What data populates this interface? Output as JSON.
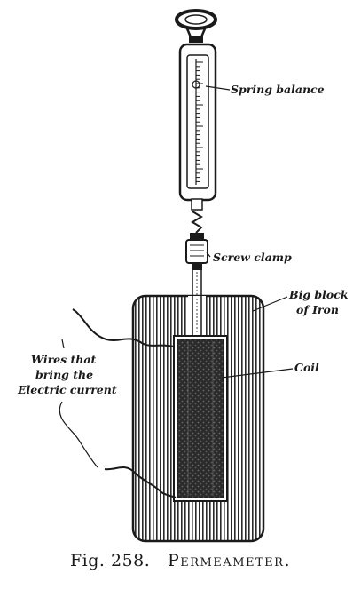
{
  "labels": {
    "spring_balance": "Spring balance",
    "screw_clamp": "Screw clamp",
    "iron_line1": "Big block",
    "iron_line2": "of Iron",
    "coil": "Coil",
    "wires_line1": "Wires that",
    "wires_line2": "bring the",
    "wires_line3": "Electric current"
  },
  "caption": {
    "fig": "Fig. 258.",
    "title": "Permeameter."
  },
  "colors": {
    "ink": "#1a1a1a",
    "paper": "#ffffff",
    "coil_fill": "#2b2b2b"
  }
}
